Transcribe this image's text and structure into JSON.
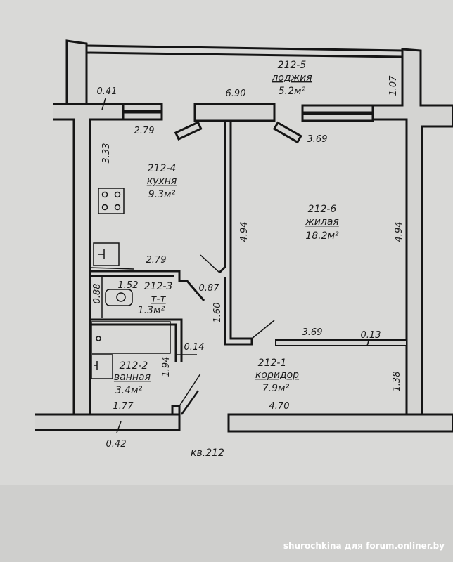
{
  "apartment_label": "кв.212",
  "rooms": [
    {
      "id": "212-5",
      "name": "лоджия",
      "area": "5.2м²"
    },
    {
      "id": "212-4",
      "name": "кухня",
      "area": "9.3м²"
    },
    {
      "id": "212-6",
      "name": "жилая",
      "area": "18.2м²"
    },
    {
      "id": "212-3",
      "name": "т-т",
      "area": "1.3м²"
    },
    {
      "id": "212-2",
      "name": "ванная",
      "area": "3.4м²"
    },
    {
      "id": "212-1",
      "name": "коридор",
      "area": "7.9м²"
    }
  ],
  "dimensions": {
    "loggia_wall": "0.41",
    "loggia_length": "6.90",
    "loggia_depth": "1.07",
    "kitchen_width_top": "2.79",
    "room_width_top": "3.69",
    "kitchen_depth": "3.33",
    "kitchen_partition": "4.94",
    "room_depth": "4.94",
    "kitchen_width_bottom": "2.79",
    "wc_width": "1.52",
    "wc_depth": "0.88",
    "wc_door": "0.87",
    "corridor_depth": "1.60",
    "room_width_bottom": "3.69",
    "room_partition": "0.13",
    "bath_partition": "0.14",
    "bath_depth": "1.94",
    "corridor_side": "1.38",
    "bath_width": "1.77",
    "corridor_width": "4.70",
    "outer_wall": "0.42"
  },
  "watermark": "shurochkina для forum.onliner.by"
}
